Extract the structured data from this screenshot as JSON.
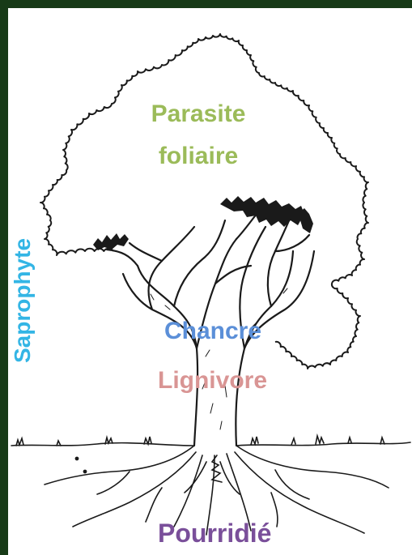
{
  "labels": {
    "parasite_line1": "Parasite",
    "parasite_line2": "foliaire",
    "saprophyte": "Saprophyte",
    "chancre": "Chancre",
    "lignivore": "Lignivore",
    "pourridie": "Pourridié"
  },
  "colors": {
    "frame": "#173a17",
    "background": "#ffffff",
    "ink": "#1a1a1a",
    "parasite": "#9bbb59",
    "saprophyte": "#33b5e5",
    "chancre": "#5b8fd8",
    "lignivore": "#d99594",
    "pourridie": "#7a4f9a"
  }
}
